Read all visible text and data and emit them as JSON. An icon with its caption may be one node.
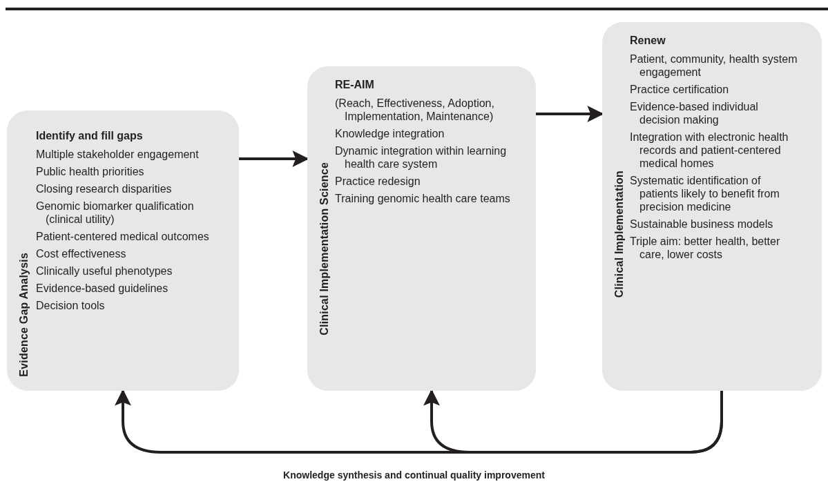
{
  "diagram": {
    "nodes": [
      {
        "text": [
          "Evidence Gap Analysis",
          "Identify and fill gaps",
          "Multiple stakeholder engagement",
          "Public health priorities",
          "Closing research disparities",
          "Genomic biomarker qualification (clinical utility)",
          "Patient-centered medical outcomes",
          "Cost effectiveness",
          "Clinically useful phenotypes",
          "Evidence-based guidelines",
          "Decision tools"
        ]
      },
      {
        "text": [
          "Clinical Implementation Science",
          "RE-AIM",
          "(Reach, Effectiveness, Adoption, Implementation, Maintenance)",
          "Knowledge integration",
          "Dynamic integration within learning health care system",
          "Practice redesign",
          "Training genomic health care teams"
        ]
      },
      {
        "text": [
          "Clinical Implementation",
          "Renew",
          "Patient, community, health system engagement",
          "Practice certification",
          "Evidence-based individual decision making",
          "Integration with electronic health records and patient-centered medical homes",
          "Systematic identification of patients likely to benefit from precision medicine",
          "Sustainable business models",
          "Triple aim: better health, better care, lower costs"
        ]
      }
    ],
    "edges": [
      {
        "from": 0,
        "to": 1,
        "arrow": "to"
      },
      {
        "from": 1,
        "to": 2,
        "arrow": "to"
      },
      {
        "from": 2,
        "to": 0,
        "arrow": "to"
      },
      {
        "from": 2,
        "to": 1,
        "arrow": "to"
      }
    ],
    "labels": [
      "Knowledge synthesis and continual quality improvement"
    ]
  }
}
